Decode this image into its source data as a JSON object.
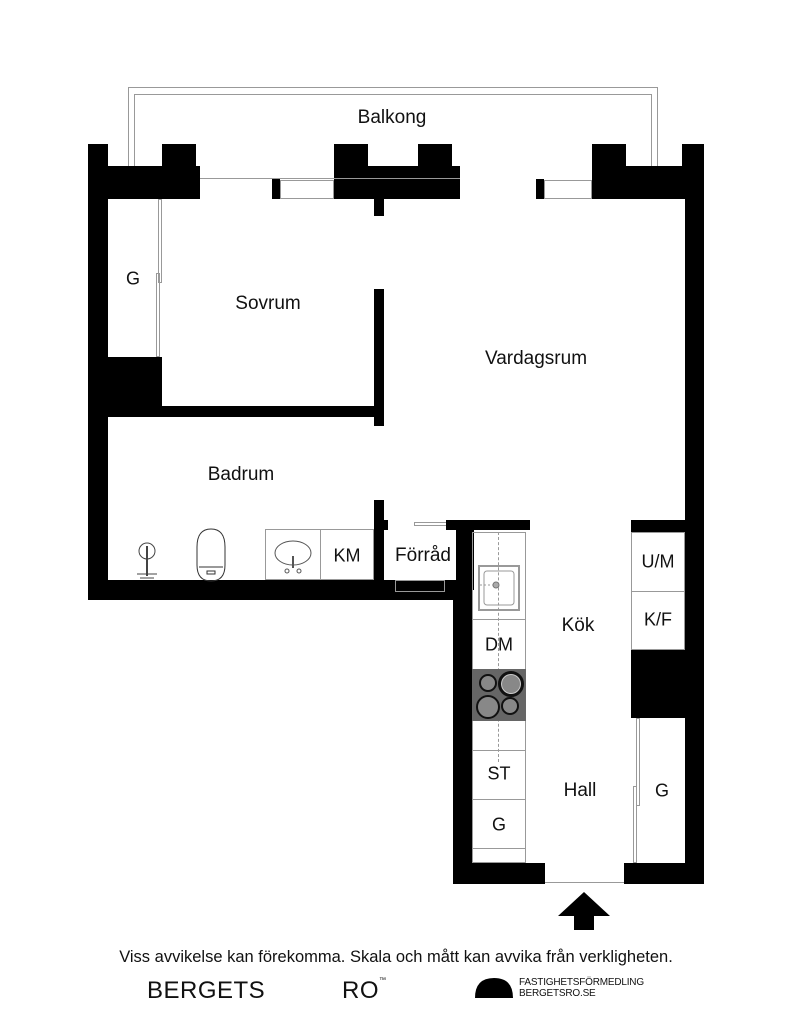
{
  "floorplan": {
    "rooms": {
      "balkong": "Balkong",
      "sovrum": "Sovrum",
      "vardagsrum": "Vardagsrum",
      "badrum": "Badrum",
      "kok": "Kök",
      "hall": "Hall",
      "forrad": "Förråd"
    },
    "fixtures": {
      "g_bedroom": "G",
      "km": "KM",
      "um": "U/M",
      "kf": "K/F",
      "dm": "DM",
      "st": "ST",
      "g_kitchen": "G",
      "g_hall": "G"
    },
    "entrance_icon": "arrow-up-icon"
  },
  "footer": {
    "disclaimer": "Viss avvikelse kan förekomma. Skala och mått kan avvika från verkligheten.",
    "brand_left": "BERGETS",
    "brand_right": "RO",
    "trademark": "™",
    "agency_line1": "FASTIGHETSFÖRMEDLING",
    "agency_line2": "BERGETSRO.SE"
  }
}
